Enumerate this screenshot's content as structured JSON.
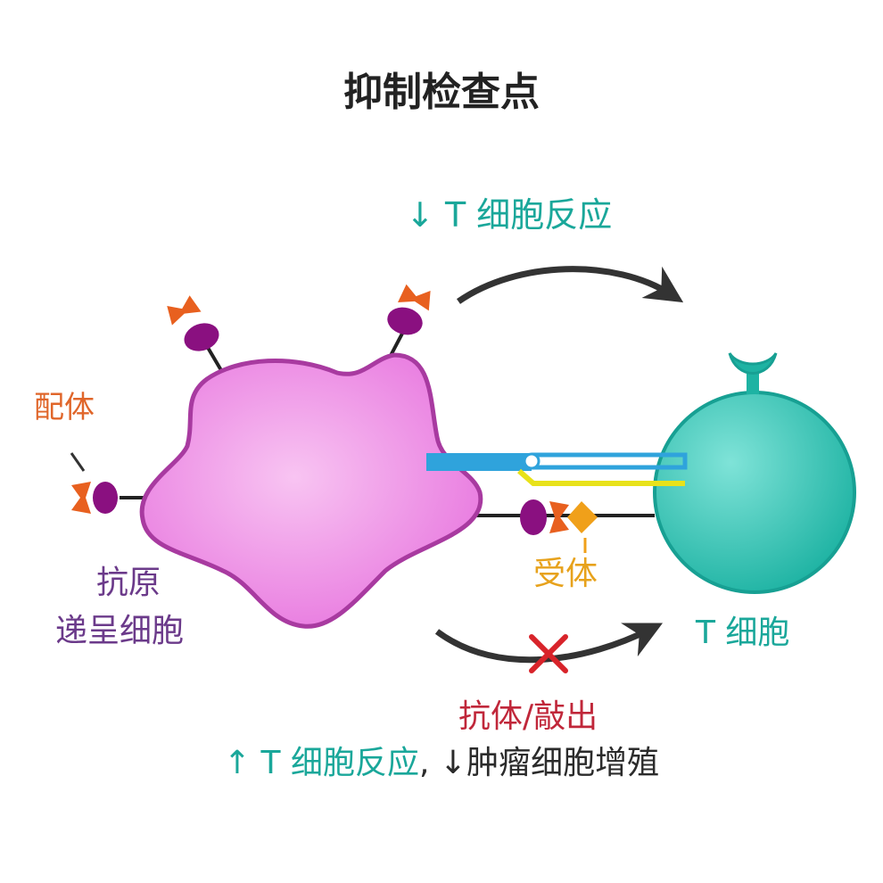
{
  "title": "抑制检查点",
  "top_response": {
    "arrow": "↓",
    "text": "T 细胞反应"
  },
  "labels": {
    "ligand": "配体",
    "apc_line1": "抗原",
    "apc_line2": "递呈细胞",
    "receptor": "受体",
    "t_cell": "T 细胞",
    "antibody": "抗体/敲出"
  },
  "bottom_line": {
    "up_arrow": "↑",
    "t_response": "T 细胞反应",
    "separator": ",",
    "down_arrow": "↓",
    "tumor": "肿瘤细胞增殖"
  },
  "colors": {
    "apc_cell": "#ee88e6",
    "apc_outline": "#a83aa0",
    "t_cell": "#2cc4b4",
    "ligand_orange": "#e8601f",
    "ligand_purple": "#8a1080",
    "receptor_orange": "#f0a01a",
    "antibody_blue": "#2fa3dc",
    "antibody_yellow": "#e8e21a",
    "cross_red": "#d8232a",
    "arrow_dark": "#333333"
  },
  "icons": {
    "up_arrow": "up-arrow-icon",
    "down_arrow": "down-arrow-icon",
    "cross": "x-cross-icon"
  }
}
